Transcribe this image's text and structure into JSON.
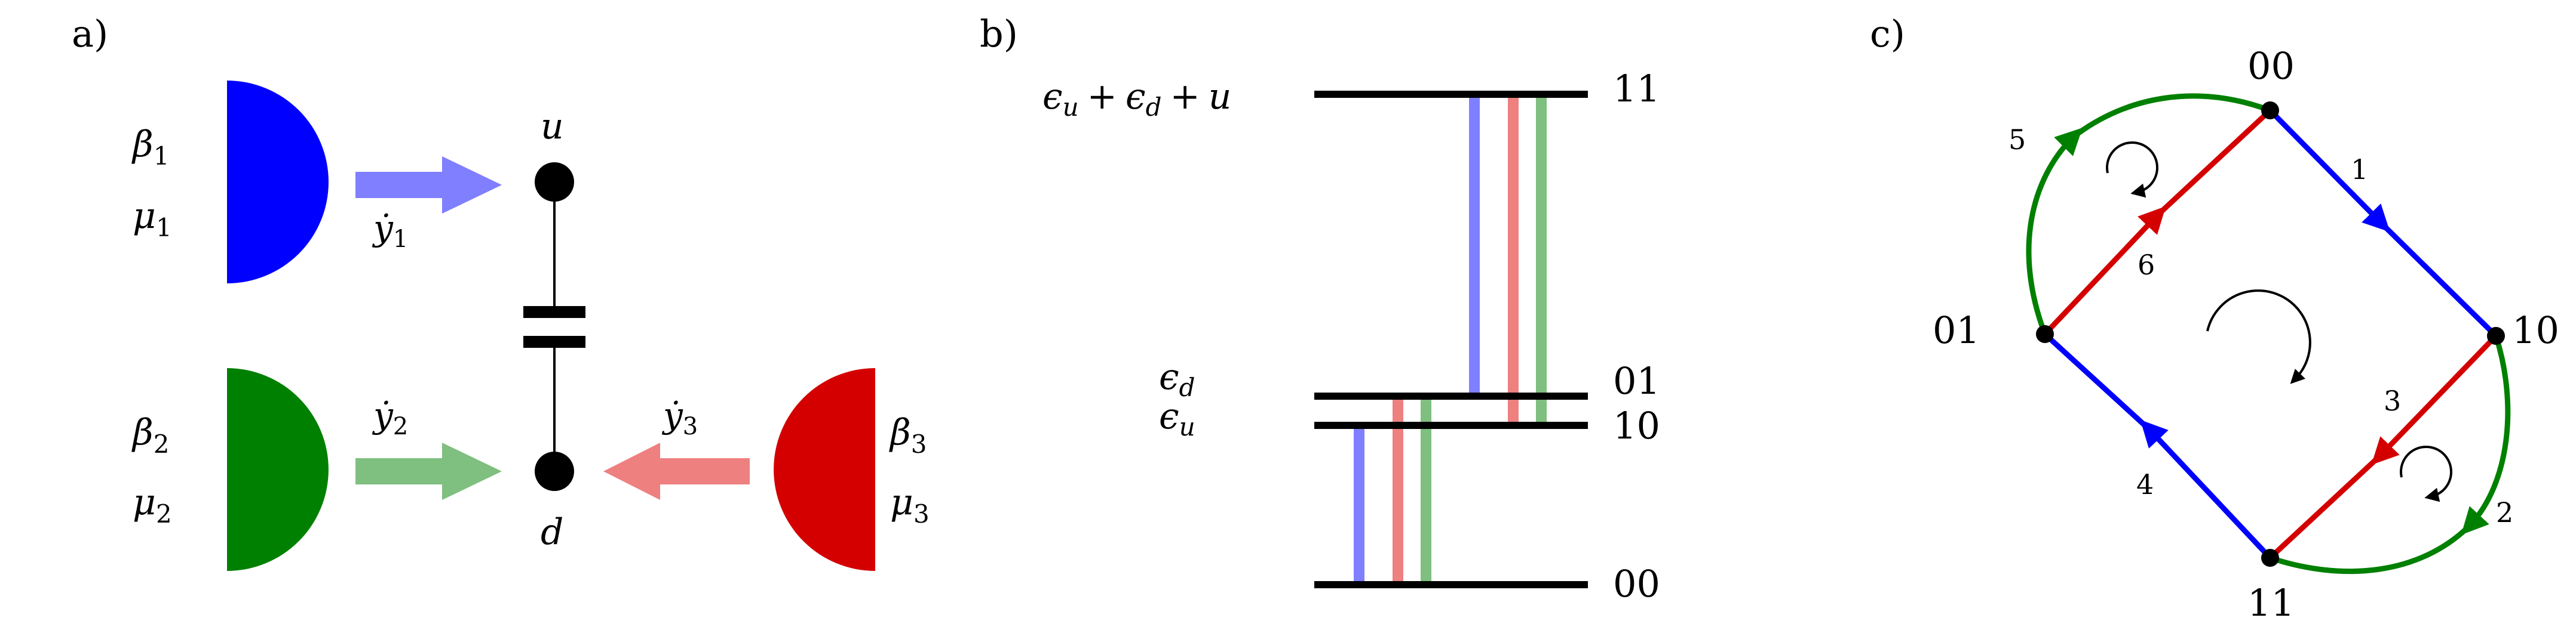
{
  "colors": {
    "blue": "#0000ff",
    "green": "#008000",
    "red": "#d40000",
    "light_blue": "#7f7fff",
    "light_green": "#7fbf7f",
    "light_red": "#ee8080",
    "black": "#000000"
  },
  "panel_a": {
    "label": "a)",
    "reservoirs": [
      {
        "beta_sym": "β",
        "beta_sub": "1",
        "mu_sym": "μ",
        "mu_sub": "1",
        "color": "#0000ff"
      },
      {
        "beta_sym": "β",
        "beta_sub": "2",
        "mu_sym": "μ",
        "mu_sub": "2",
        "color": "#008000"
      },
      {
        "beta_sym": "β",
        "beta_sub": "3",
        "mu_sym": "μ",
        "mu_sub": "3",
        "color": "#d40000"
      }
    ],
    "flows": [
      {
        "sym": "ẏ",
        "sub": "1",
        "color": "#7f7fff"
      },
      {
        "sym": "ẏ",
        "sub": "2",
        "color": "#7fbf7f"
      },
      {
        "sym": "ẏ",
        "sub": "3",
        "color": "#ee8080"
      }
    ],
    "dots": {
      "upper": "u",
      "lower": "d"
    }
  },
  "panel_b": {
    "label": "b)",
    "levels": [
      {
        "state": "11",
        "energy": "ϵu + ϵd + u"
      },
      {
        "state": "01",
        "energy": "ϵd"
      },
      {
        "state": "10",
        "energy": "ϵu"
      },
      {
        "state": "00",
        "energy": ""
      }
    ],
    "energy_labels": {
      "top": {
        "eps": "ϵ",
        "sub_u": "u",
        "plus": "+",
        "sub_d": "d",
        "u": "u"
      },
      "mid_d": {
        "eps": "ϵ",
        "sub": "d"
      },
      "mid_u": {
        "eps": "ϵ",
        "sub": "u"
      }
    }
  },
  "panel_c": {
    "label": "c)",
    "nodes": [
      "00",
      "10",
      "11",
      "01"
    ],
    "edge_labels": [
      "1",
      "2",
      "3",
      "4",
      "5",
      "6"
    ]
  }
}
